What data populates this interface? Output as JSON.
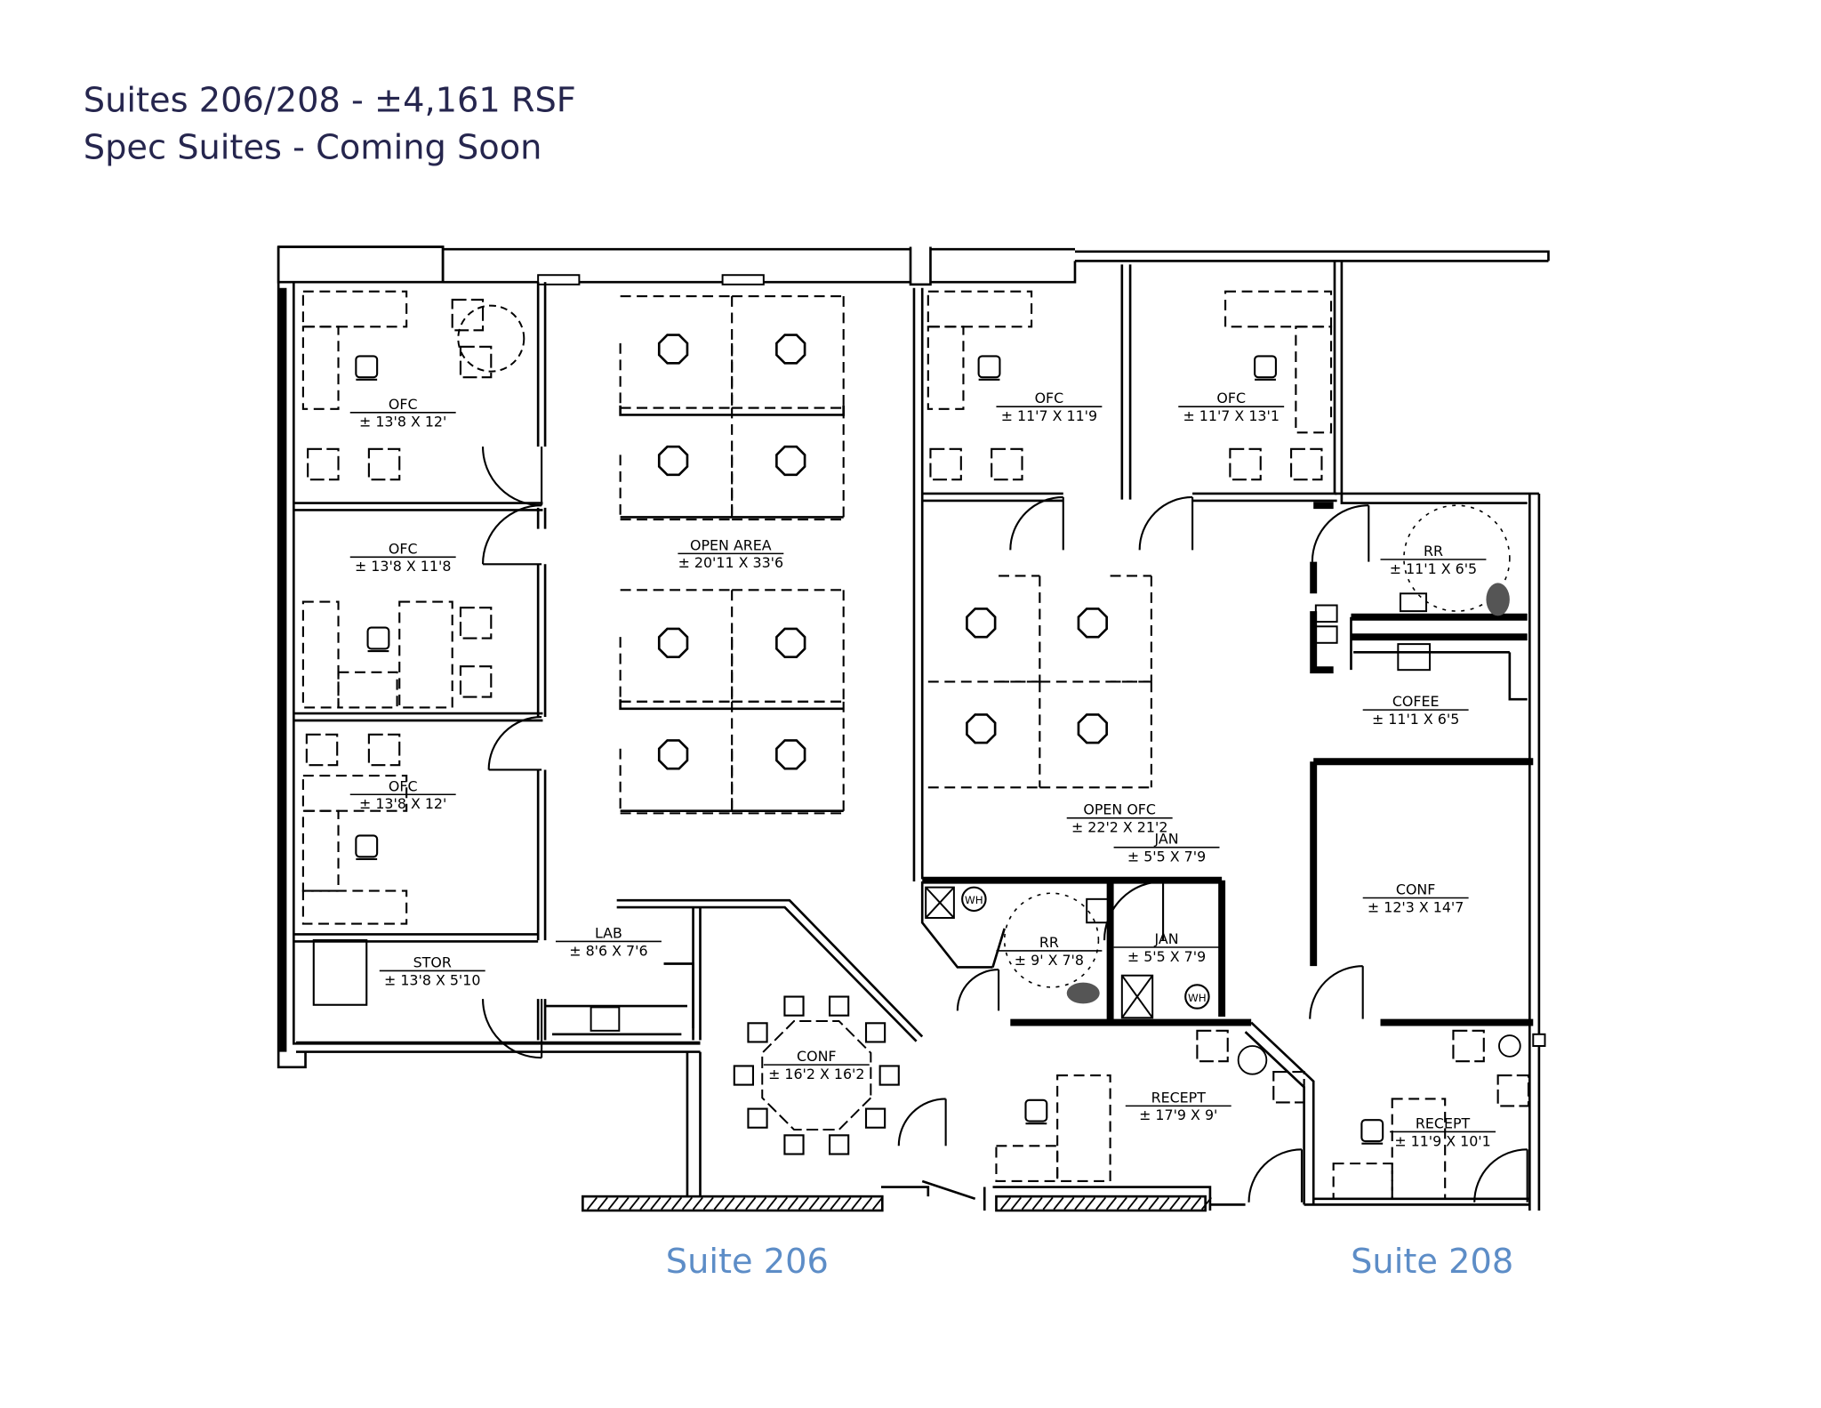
{
  "header": {
    "title_line1": "Suites 206/208 -  ±4,161 RSF",
    "title_line2": "Spec Suites - Coming Soon"
  },
  "suites": [
    {
      "label": "Suite 206"
    },
    {
      "label": "Suite 208"
    }
  ],
  "rooms": [
    {
      "name": "OFC",
      "dims": "± 13'8 X 12'"
    },
    {
      "name": "OFC",
      "dims": "± 13'8 X 11'8"
    },
    {
      "name": "OFC",
      "dims": "± 13'8 X 12'"
    },
    {
      "name": "STOR",
      "dims": "± 13'8 X 5'10"
    },
    {
      "name": "OPEN AREA",
      "dims": "± 20'11 X 33'6"
    },
    {
      "name": "LAB",
      "dims": "± 8'6 X 7'6"
    },
    {
      "name": "CONF",
      "dims": "± 16'2 X 16'2"
    },
    {
      "name": "OFC",
      "dims": "± 11'7 X 11'9"
    },
    {
      "name": "OFC",
      "dims": "± 11'7 X 13'1"
    },
    {
      "name": "RR",
      "dims": "± 11'1 X 6'5"
    },
    {
      "name": "COFEE",
      "dims": "± 11'1 X 6'5"
    },
    {
      "name": "OPEN OFC",
      "dims": "± 22'2 X 21'2"
    },
    {
      "name": "JAN",
      "dims": "± 5'5 X 7'9"
    },
    {
      "name": "CONF",
      "dims": "± 12'3 X 14'7"
    },
    {
      "name": "RR",
      "dims": "± 9' X 7'8"
    },
    {
      "name": "JAN",
      "dims": "± 5'5 X 7'9"
    },
    {
      "name": "RECEPT",
      "dims": "± 17'9 X 9'"
    },
    {
      "name": "RECEPT",
      "dims": "± 11'9 X 10'1"
    }
  ],
  "fixtures": {
    "water_heater": "WH"
  },
  "colors": {
    "title": "#26264e",
    "suite_label": "#5d8dc7",
    "lines": "#000000"
  }
}
